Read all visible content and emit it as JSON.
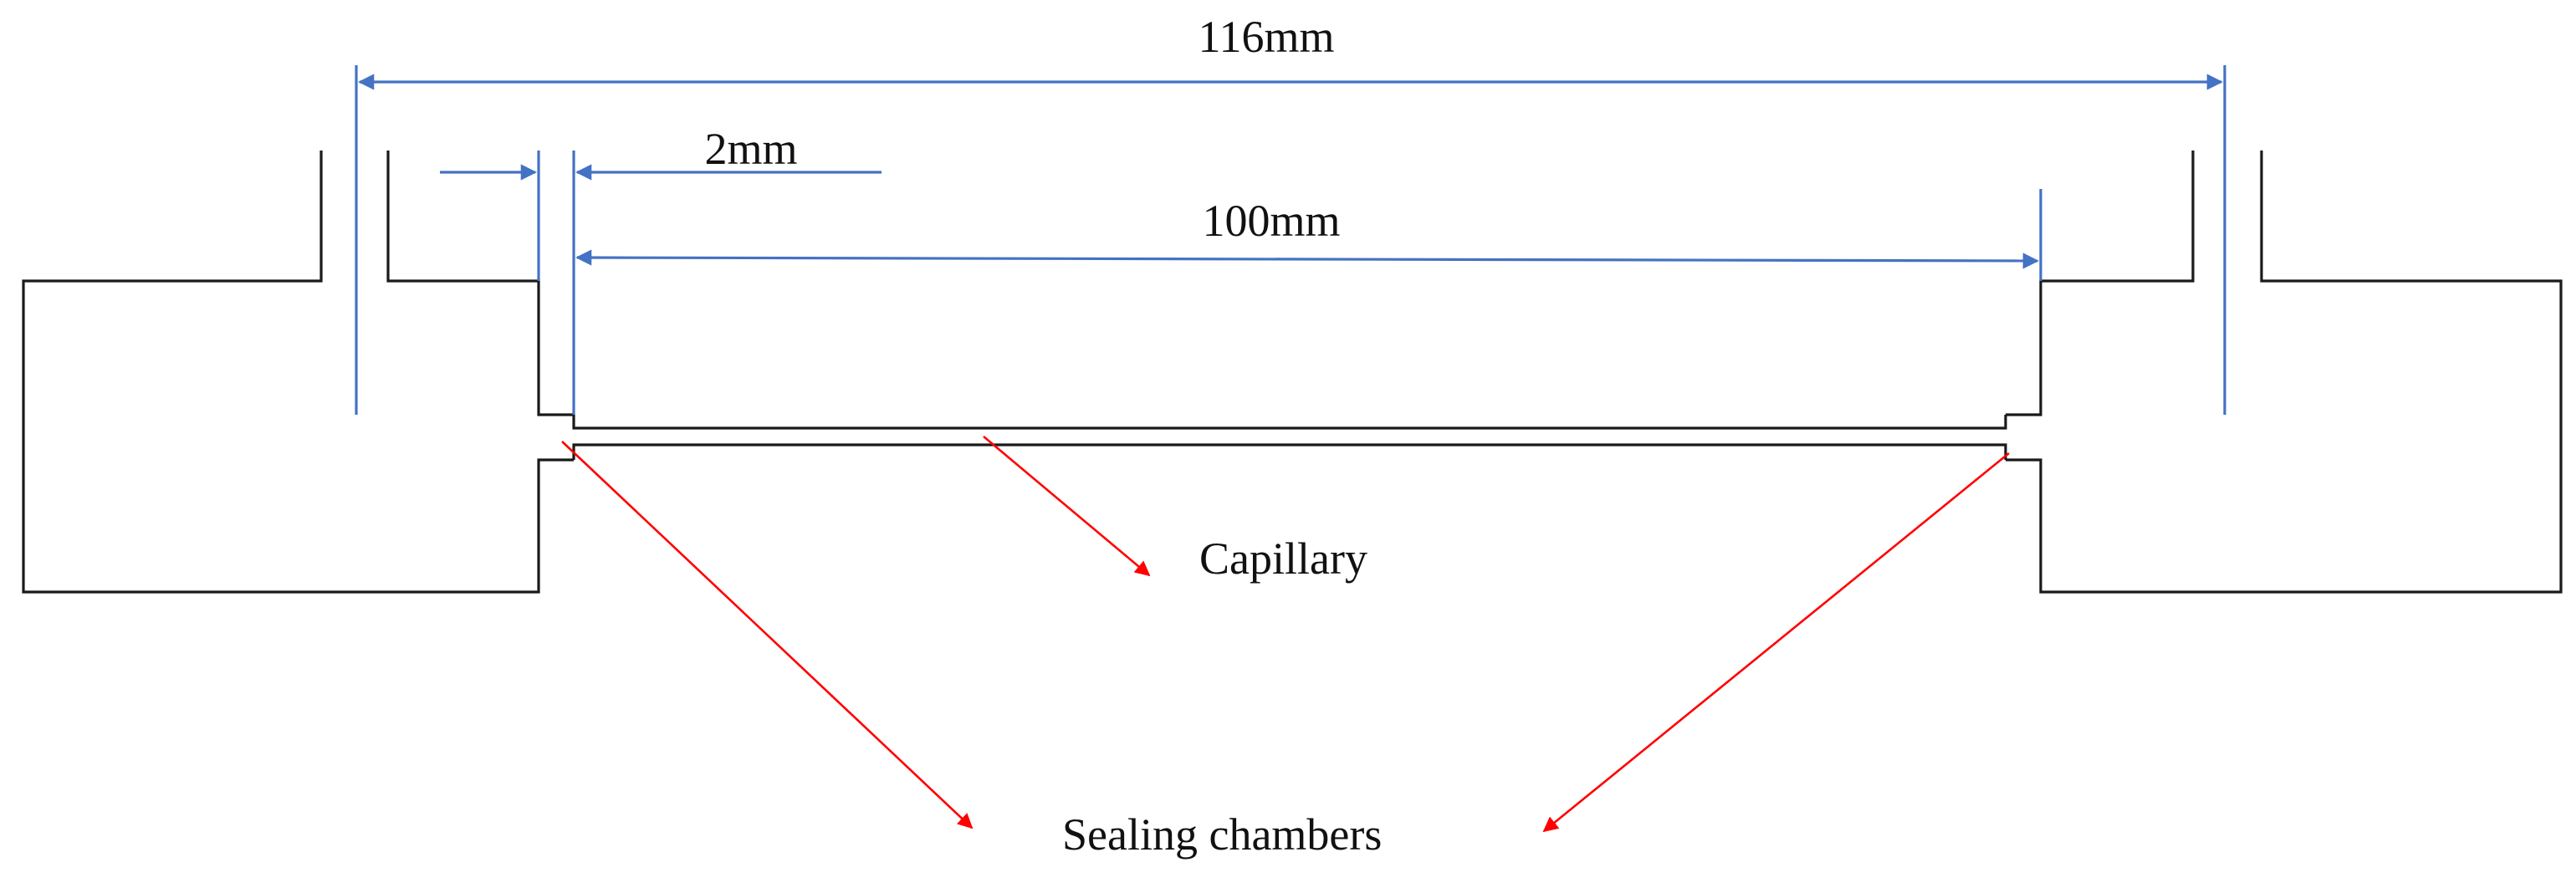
{
  "dimensions": {
    "overall": "116mm",
    "gap": "2mm",
    "capillary_length": "100mm"
  },
  "labels": {
    "capillary": "Capillary",
    "sealing_chambers": "Sealing chambers"
  },
  "colors": {
    "outline": "#1a1a1a",
    "dimension": "#4472c4",
    "callout": "#ff0000",
    "text": "#111111",
    "background": "#ffffff"
  }
}
